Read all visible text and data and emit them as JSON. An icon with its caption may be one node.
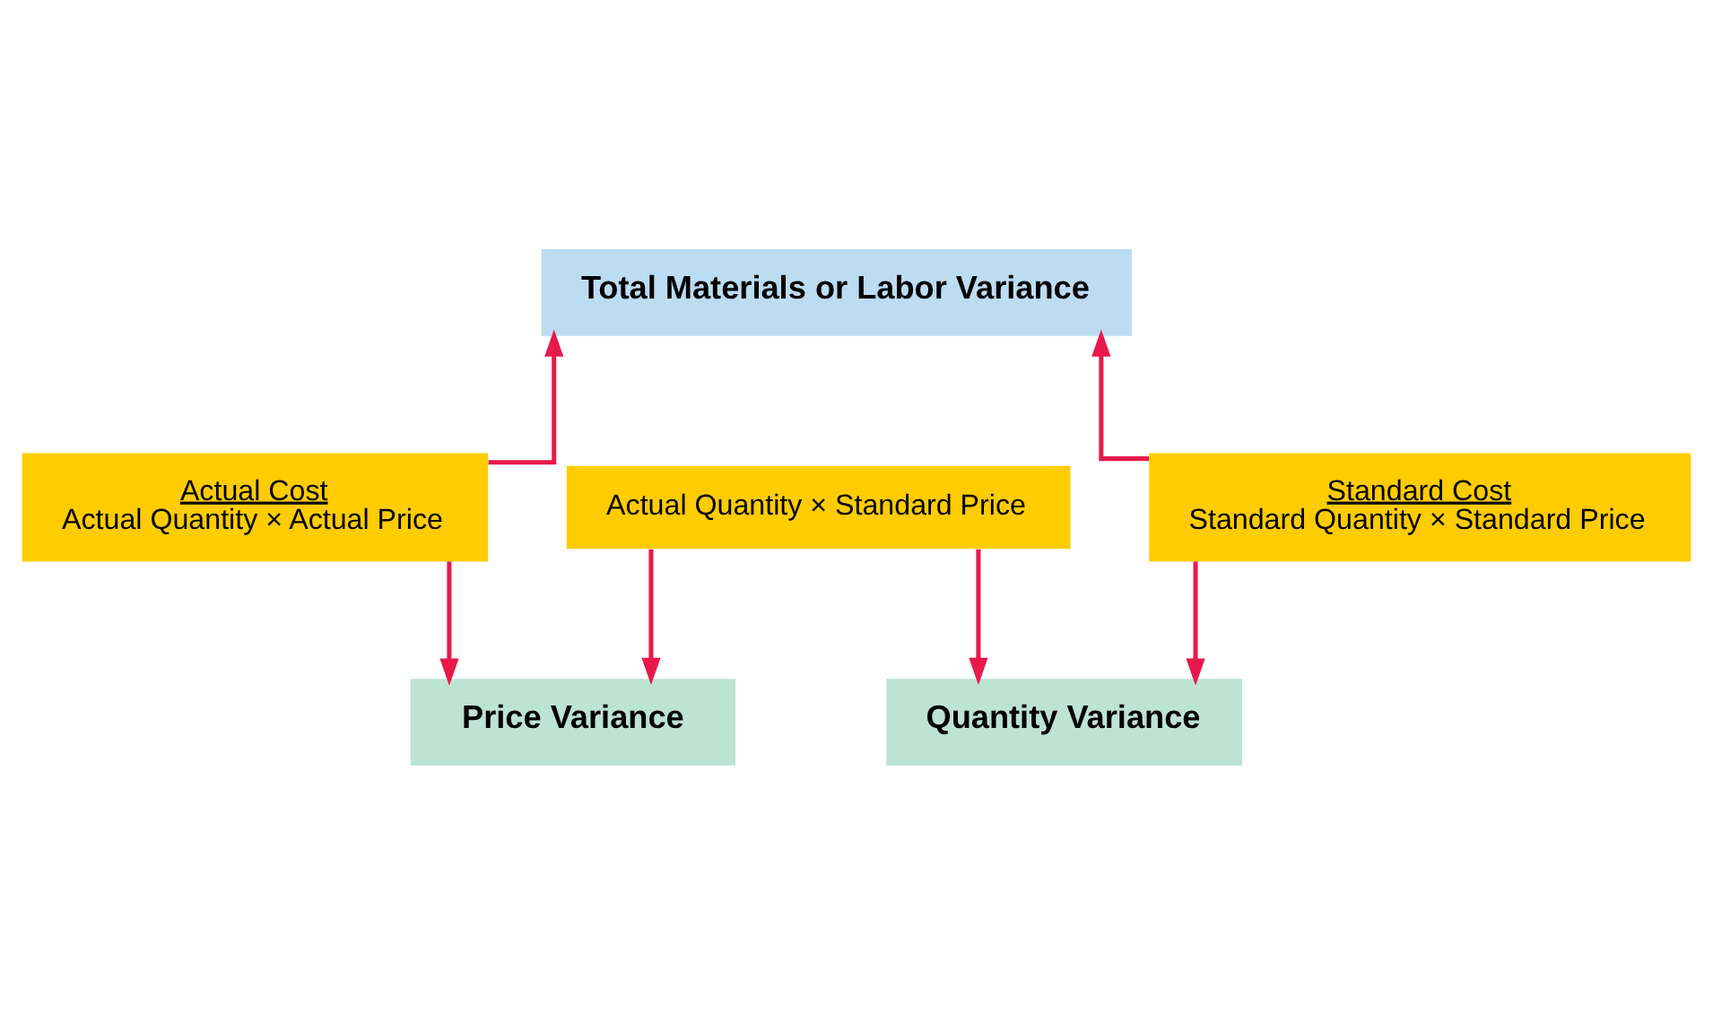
{
  "diagram": {
    "nodes": [
      {
        "text": [
          "Total Materials or Labor Variance"
        ]
      },
      {
        "text": [
          "Actual Cost",
          "Actual Quantity × Actual Price"
        ]
      },
      {
        "text": [
          "Actual Quantity × Standard Price"
        ]
      },
      {
        "text": [
          "Standard Cost",
          "Standard Quantity × Standard Price"
        ]
      },
      {
        "text": [
          "Price Variance"
        ]
      },
      {
        "text": [
          "Quantity Variance"
        ]
      }
    ],
    "edges": [
      {
        "from": 1,
        "to": 0,
        "arrow": "to"
      },
      {
        "from": 3,
        "to": 0,
        "arrow": "to"
      },
      {
        "from": 1,
        "to": 4,
        "arrow": "to"
      },
      {
        "from": 2,
        "to": 4,
        "arrow": "to"
      },
      {
        "from": 2,
        "to": 5,
        "arrow": "to"
      },
      {
        "from": 3,
        "to": 5,
        "arrow": "to"
      }
    ]
  }
}
